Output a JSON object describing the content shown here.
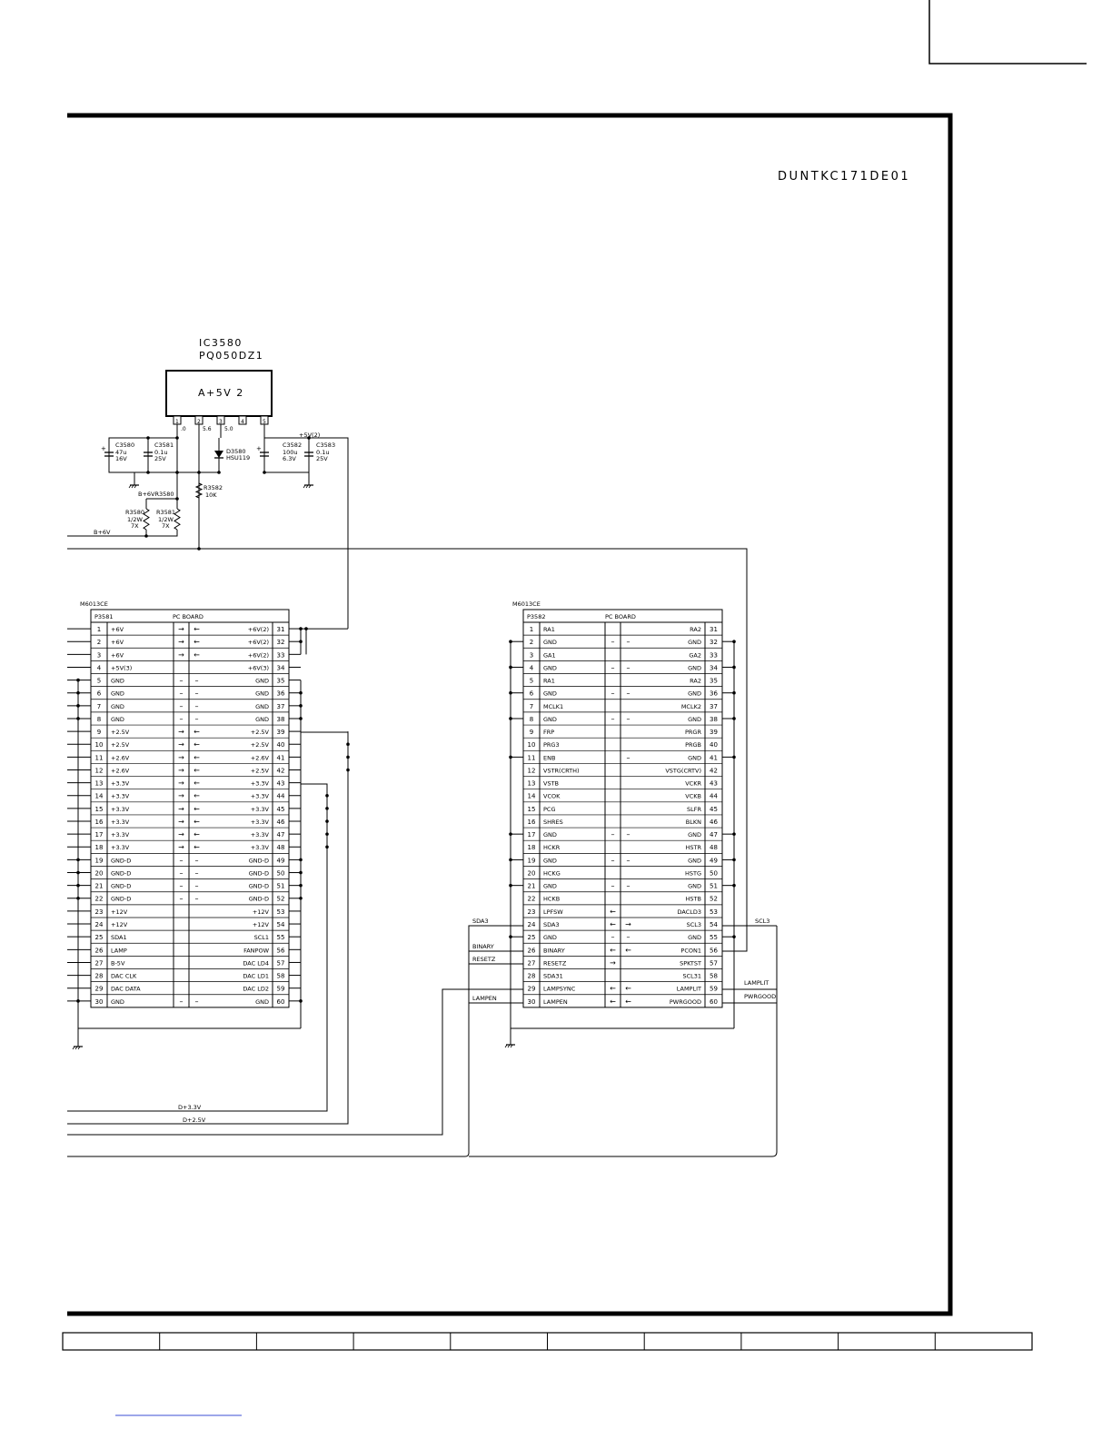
{
  "drawing": {
    "doc_code": "DUNTKC171DE01"
  },
  "regulator": {
    "ref": "IC3580",
    "part": "PQ050DZ1",
    "body_label": "A+5V 2",
    "pins": [
      "1",
      "2",
      "3",
      "4",
      "5"
    ],
    "pin_voltages": [
      ".0",
      "5.6",
      "5.0"
    ],
    "out_net": "+5V(2)"
  },
  "components": [
    {
      "ref": "C3580",
      "lines": [
        "47u",
        "16V"
      ]
    },
    {
      "ref": "C3581",
      "lines": [
        "0.1u",
        "25V"
      ]
    },
    {
      "ref": "D3580",
      "lines": [
        "HSU119"
      ]
    },
    {
      "ref": "C3582",
      "lines": [
        "100u",
        "6.3V"
      ]
    },
    {
      "ref": "C3583",
      "lines": [
        "0.1u",
        "25V"
      ]
    },
    {
      "ref": "R3582",
      "lines": [
        "10K"
      ]
    },
    {
      "ref": "R3580",
      "lines": [
        "1/2W",
        "7X"
      ]
    },
    {
      "ref": "R3581",
      "lines": [
        "1/2W",
        "7X"
      ]
    }
  ],
  "nets": {
    "b6v_r": "B+6VR3580",
    "b6v": "B+6V",
    "d33": "D+3.3V",
    "d25": "D+2.5V"
  },
  "connectors": [
    {
      "type": "M6013CE",
      "ref": "P3581",
      "board": "PC BOARD",
      "rows": [
        {
          "l": "1",
          "ln": "+6V",
          "a": "→",
          "b": "←",
          "rn": "+6V(2)",
          "r": "31"
        },
        {
          "l": "2",
          "ln": "+6V",
          "a": "→",
          "b": "←",
          "rn": "+6V(2)",
          "r": "32"
        },
        {
          "l": "3",
          "ln": "+6V",
          "a": "→",
          "b": "←",
          "rn": "+6V(2)",
          "r": "33"
        },
        {
          "l": "4",
          "ln": "+5V(3)",
          "a": "",
          "b": "",
          "rn": "+6V(3)",
          "r": "34"
        },
        {
          "l": "5",
          "ln": "GND",
          "a": "–",
          "b": "–",
          "rn": "GND",
          "r": "35"
        },
        {
          "l": "6",
          "ln": "GND",
          "a": "–",
          "b": "–",
          "rn": "GND",
          "r": "36"
        },
        {
          "l": "7",
          "ln": "GND",
          "a": "–",
          "b": "–",
          "rn": "GND",
          "r": "37"
        },
        {
          "l": "8",
          "ln": "GND",
          "a": "–",
          "b": "–",
          "rn": "GND",
          "r": "38"
        },
        {
          "l": "9",
          "ln": "+2.5V",
          "a": "→",
          "b": "←",
          "rn": "+2.5V",
          "r": "39"
        },
        {
          "l": "10",
          "ln": "+2.5V",
          "a": "→",
          "b": "←",
          "rn": "+2.5V",
          "r": "40"
        },
        {
          "l": "11",
          "ln": "+2.6V",
          "a": "→",
          "b": "←",
          "rn": "+2.6V",
          "r": "41"
        },
        {
          "l": "12",
          "ln": "+2.6V",
          "a": "→",
          "b": "←",
          "rn": "+2.5V",
          "r": "42"
        },
        {
          "l": "13",
          "ln": "+3.3V",
          "a": "→",
          "b": "←",
          "rn": "+3.3V",
          "r": "43"
        },
        {
          "l": "14",
          "ln": "+3.3V",
          "a": "→",
          "b": "←",
          "rn": "+3.3V",
          "r": "44"
        },
        {
          "l": "15",
          "ln": "+3.3V",
          "a": "→",
          "b": "←",
          "rn": "+3.3V",
          "r": "45"
        },
        {
          "l": "16",
          "ln": "+3.3V",
          "a": "→",
          "b": "←",
          "rn": "+3.3V",
          "r": "46"
        },
        {
          "l": "17",
          "ln": "+3.3V",
          "a": "→",
          "b": "←",
          "rn": "+3.3V",
          "r": "47"
        },
        {
          "l": "18",
          "ln": "+3.3V",
          "a": "→",
          "b": "←",
          "rn": "+3.3V",
          "r": "48"
        },
        {
          "l": "19",
          "ln": "GND-D",
          "a": "–",
          "b": "–",
          "rn": "GND-D",
          "r": "49"
        },
        {
          "l": "20",
          "ln": "GND-D",
          "a": "–",
          "b": "–",
          "rn": "GND-D",
          "r": "50"
        },
        {
          "l": "21",
          "ln": "GND-D",
          "a": "–",
          "b": "–",
          "rn": "GND-D",
          "r": "51"
        },
        {
          "l": "22",
          "ln": "GND-D",
          "a": "–",
          "b": "–",
          "rn": "GND-D",
          "r": "52"
        },
        {
          "l": "23",
          "ln": "+12V",
          "a": "",
          "b": "",
          "rn": "+12V",
          "r": "53"
        },
        {
          "l": "24",
          "ln": "+12V",
          "a": "",
          "b": "",
          "rn": "+12V",
          "r": "54"
        },
        {
          "l": "25",
          "ln": "SDA1",
          "a": "",
          "b": "",
          "rn": "SCL1",
          "r": "55"
        },
        {
          "l": "26",
          "ln": "LAMP",
          "a": "",
          "b": "",
          "rn": "FANPOW",
          "r": "56"
        },
        {
          "l": "27",
          "ln": "B-5V",
          "a": "",
          "b": "",
          "rn": "DAC LD4",
          "r": "57"
        },
        {
          "l": "28",
          "ln": "DAC CLK",
          "a": "",
          "b": "",
          "rn": "DAC LD1",
          "r": "58"
        },
        {
          "l": "29",
          "ln": "DAC DATA",
          "a": "",
          "b": "",
          "rn": "DAC LD2",
          "r": "59"
        },
        {
          "l": "30",
          "ln": "GND",
          "a": "–",
          "b": "–",
          "rn": "GND",
          "r": "60"
        }
      ]
    },
    {
      "type": "M6013CE",
      "ref": "P3582",
      "board": "PC BOARD",
      "rows": [
        {
          "l": "1",
          "ln": "RA1",
          "a": "",
          "b": "",
          "rn": "RA2",
          "r": "31"
        },
        {
          "l": "2",
          "ln": "GND",
          "a": "–",
          "b": "–",
          "rn": "GND",
          "r": "32"
        },
        {
          "l": "3",
          "ln": "GA1",
          "a": "",
          "b": "",
          "rn": "GA2",
          "r": "33"
        },
        {
          "l": "4",
          "ln": "GND",
          "a": "–",
          "b": "–",
          "rn": "GND",
          "r": "34"
        },
        {
          "l": "5",
          "ln": "RA1",
          "a": "",
          "b": "",
          "rn": "RA2",
          "r": "35"
        },
        {
          "l": "6",
          "ln": "GND",
          "a": "–",
          "b": "–",
          "rn": "GND",
          "r": "36"
        },
        {
          "l": "7",
          "ln": "MCLK1",
          "a": "",
          "b": "",
          "rn": "MCLK2",
          "r": "37"
        },
        {
          "l": "8",
          "ln": "GND",
          "a": "–",
          "b": "–",
          "rn": "GND",
          "r": "38"
        },
        {
          "l": "9",
          "ln": "FRP",
          "a": "",
          "b": "",
          "rn": "PRGR",
          "r": "39"
        },
        {
          "l": "10",
          "ln": "PRG3",
          "a": "",
          "b": "",
          "rn": "PRGB",
          "r": "40"
        },
        {
          "l": "11",
          "ln": "ENB",
          "a": "",
          "b": "–",
          "rn": "GND",
          "r": "41"
        },
        {
          "l": "12",
          "ln": "VSTR(CRTH)",
          "a": "",
          "b": "",
          "rn": "VSTG(CRTV)",
          "r": "42"
        },
        {
          "l": "13",
          "ln": "VSTB",
          "a": "",
          "b": "",
          "rn": "VCKR",
          "r": "43"
        },
        {
          "l": "14",
          "ln": "VCOK",
          "a": "",
          "b": "",
          "rn": "VCKB",
          "r": "44"
        },
        {
          "l": "15",
          "ln": "PCG",
          "a": "",
          "b": "",
          "rn": "SLFR",
          "r": "45"
        },
        {
          "l": "16",
          "ln": "SHRES",
          "a": "",
          "b": "",
          "rn": "BLKN",
          "r": "46"
        },
        {
          "l": "17",
          "ln": "GND",
          "a": "–",
          "b": "–",
          "rn": "GND",
          "r": "47"
        },
        {
          "l": "18",
          "ln": "HCKR",
          "a": "",
          "b": "",
          "rn": "HSTR",
          "r": "48"
        },
        {
          "l": "19",
          "ln": "GND",
          "a": "–",
          "b": "–",
          "rn": "GND",
          "r": "49"
        },
        {
          "l": "20",
          "ln": "HCKG",
          "a": "",
          "b": "",
          "rn": "HSTG",
          "r": "50"
        },
        {
          "l": "21",
          "ln": "GND",
          "a": "–",
          "b": "–",
          "rn": "GND",
          "r": "51"
        },
        {
          "l": "22",
          "ln": "HCKB",
          "a": "",
          "b": "",
          "rn": "HSTB",
          "r": "52"
        },
        {
          "l": "23",
          "ln": "LPFSW",
          "a": "←",
          "b": "",
          "rn": "DACLD3",
          "r": "53"
        },
        {
          "l": "24",
          "ln": "SDA3",
          "a": "←",
          "b": "→",
          "rn": "SCL3",
          "r": "54"
        },
        {
          "l": "25",
          "ln": "GND",
          "a": "–",
          "b": "–",
          "rn": "GND",
          "r": "55"
        },
        {
          "l": "26",
          "ln": "BINARY",
          "a": "←",
          "b": "←",
          "rn": "PCON1",
          "r": "56"
        },
        {
          "l": "27",
          "ln": "RESETZ",
          "a": "→",
          "b": "",
          "rn": "SPKTST",
          "r": "57"
        },
        {
          "l": "28",
          "ln": "SDA31",
          "a": "",
          "b": "",
          "rn": "SCL31",
          "r": "58"
        },
        {
          "l": "29",
          "ln": "LAMPSYNC",
          "a": "←",
          "b": "←",
          "rn": "LAMPLIT",
          "r": "59"
        },
        {
          "l": "30",
          "ln": "LAMPEN",
          "a": "←",
          "b": "←",
          "rn": "PWRGOOD",
          "r": "60"
        }
      ]
    }
  ],
  "signals": {
    "sda3": "SDA3",
    "binary": "BINARY",
    "resetz": "RESETZ",
    "lampen": "LAMPEN",
    "scl3": "SCL3",
    "lamplit": "LAMPLIT",
    "pwrgood": "PWRGOOD"
  },
  "title_block": {
    "cells": [
      "",
      "",
      "",
      "",
      "",
      "",
      "",
      "",
      "",
      ""
    ]
  }
}
